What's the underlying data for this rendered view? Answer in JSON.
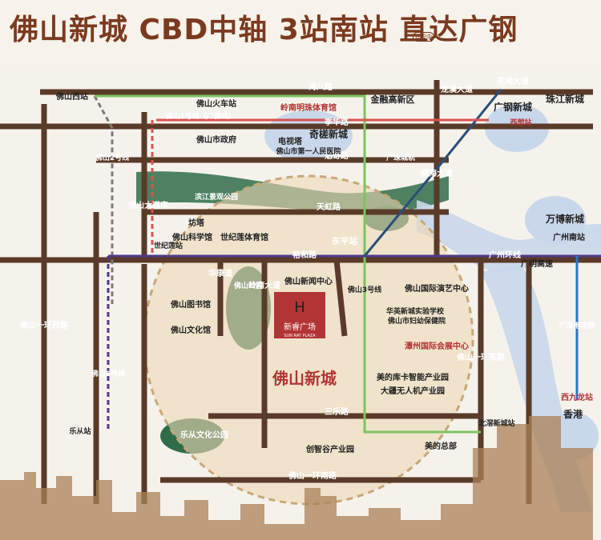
{
  "header": {
    "headline": "佛山新城 CBD中轴 3站南站 直达广钢",
    "tag": "建设中"
  },
  "map": {
    "roads": [
      {
        "text": "海八路"
      },
      {
        "text": "季华路"
      },
      {
        "text": "魁奇路"
      },
      {
        "text": "天虹路"
      },
      {
        "text": "裕和路"
      },
      {
        "text": "三乐路"
      },
      {
        "text": "佛山一环南路"
      },
      {
        "text": "佛山大道南"
      },
      {
        "text": "佛山一环西路"
      },
      {
        "text": "佛山一环东路"
      },
      {
        "text": "岭南大道"
      },
      {
        "text": "华康道"
      },
      {
        "text": "南海大道"
      },
      {
        "text": "龙溪大道"
      },
      {
        "text": "花地大道"
      },
      {
        "text": "广州南站"
      },
      {
        "text": "广明高速"
      },
      {
        "text": "广州环线"
      }
    ],
    "areas": [
      {
        "text": "金融高新区"
      },
      {
        "text": "奇槎新城"
      },
      {
        "text": "广钢新城"
      },
      {
        "text": "珠江新城"
      },
      {
        "text": "万博新城"
      },
      {
        "text": "佛山新城"
      },
      {
        "text": "香港"
      }
    ],
    "lines": [
      {
        "text": "佛山1号线（广佛线）"
      },
      {
        "text": "广珠城轨"
      },
      {
        "text": "佛山2号线"
      },
      {
        "text": "佛山3号线"
      },
      {
        "text": "佛山6号线"
      },
      {
        "text": "广深港高铁"
      }
    ],
    "stations": [
      {
        "text": "佛山西站"
      },
      {
        "text": "佛山火车站"
      },
      {
        "text": "西塱站"
      },
      {
        "text": "世纪莲站"
      },
      {
        "text": "东平站"
      },
      {
        "text": "北滘新城站"
      },
      {
        "text": "乐从站"
      },
      {
        "text": "西九龙站"
      }
    ],
    "pois": [
      {
        "text": "岭南明珠体育馆"
      },
      {
        "text": "佛山市政府"
      },
      {
        "text": "电视塔"
      },
      {
        "text": "佛山市第一人民医院"
      },
      {
        "text": "坊塔"
      },
      {
        "text": "佛山科学馆"
      },
      {
        "text": "世纪莲体育馆"
      },
      {
        "text": "佛山新闻中心"
      },
      {
        "text": "佛山图书馆"
      },
      {
        "text": "佛山文化馆"
      },
      {
        "text": "佛山国际演艺中心"
      },
      {
        "text": "华英新城实验学校"
      },
      {
        "text": "佛山市妇幼保健院"
      },
      {
        "text": "潭州国际会展中心"
      },
      {
        "text": "美的库卡智能产业园"
      },
      {
        "text": "大疆无人机产业园"
      },
      {
        "text": "美的总部"
      },
      {
        "text": "创智谷产业园"
      },
      {
        "text": "乐从文化公园"
      },
      {
        "text": "滨江景观公园"
      },
      {
        "text": "佛山公园"
      }
    ],
    "project": {
      "name": "新睿广场",
      "name_en": "SUN RAY PLAZA"
    }
  }
}
